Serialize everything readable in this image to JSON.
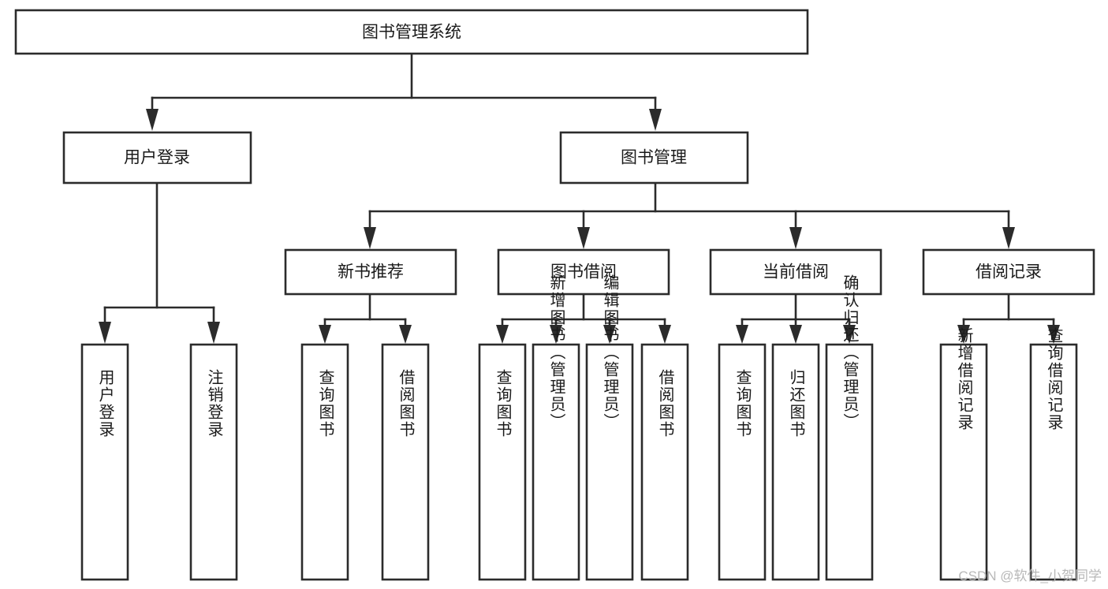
{
  "diagram": {
    "title": "图书管理系统",
    "type": "tree",
    "root": {
      "id": "root",
      "label": "图书管理系统"
    },
    "level2": [
      {
        "id": "user-login",
        "label": "用户登录"
      },
      {
        "id": "book-manage",
        "label": "图书管理"
      }
    ],
    "level3": [
      {
        "id": "new-book-rec",
        "label": "新书推荐",
        "parent": "book-manage"
      },
      {
        "id": "book-borrow",
        "label": "图书借阅",
        "parent": "book-manage"
      },
      {
        "id": "current-borrow",
        "label": "当前借阅",
        "parent": "book-manage"
      },
      {
        "id": "borrow-record",
        "label": "借阅记录",
        "parent": "book-manage"
      }
    ],
    "leaves": {
      "user-login": [
        {
          "id": "leaf-user-login",
          "label": "用户登录"
        },
        {
          "id": "leaf-logout",
          "label": "注销登录"
        }
      ],
      "new-book-rec": [
        {
          "id": "leaf-query-book-1",
          "label": "查询图书"
        },
        {
          "id": "leaf-borrow-book-1",
          "label": "借阅图书"
        }
      ],
      "book-borrow": [
        {
          "id": "leaf-query-book-2",
          "label": "查询图书"
        },
        {
          "id": "leaf-add-book",
          "label": "新增图书（管理员）"
        },
        {
          "id": "leaf-edit-book",
          "label": "编辑图书（管理员）"
        },
        {
          "id": "leaf-borrow-book-2",
          "label": "借阅图书"
        }
      ],
      "current-borrow": [
        {
          "id": "leaf-query-book-3",
          "label": "查询图书"
        },
        {
          "id": "leaf-return-book",
          "label": "归还图书"
        },
        {
          "id": "leaf-confirm-return",
          "label": "确认归还（管理员）"
        }
      ],
      "borrow-record": [
        {
          "id": "leaf-add-record",
          "label": "新增借阅记录"
        },
        {
          "id": "leaf-query-record",
          "label": "查询借阅记录"
        }
      ]
    }
  },
  "watermark": {
    "text": "CSDN @软件_小贺同学"
  },
  "colors": {
    "stroke": "#2b2b2b",
    "fill": "#ffffff",
    "text": "#1a1a1a",
    "watermark": "#b8b8b8"
  }
}
